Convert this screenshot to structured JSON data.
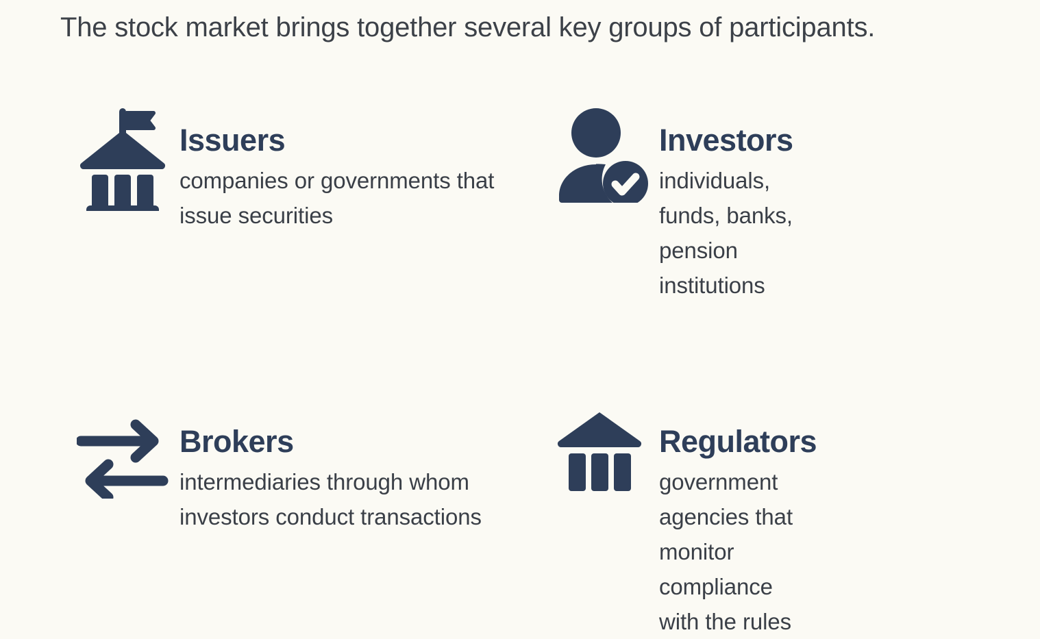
{
  "headline": "The stock market brings together several key groups of participants.",
  "colors": {
    "background": "#fbfaf4",
    "headline_text": "#3c4148",
    "title_text": "#2e3e59",
    "body_text": "#3a3f47",
    "icon_fill": "#2e3e59",
    "check_mark": "#ffffff"
  },
  "participants": [
    {
      "icon": "bank-flag-icon",
      "title": "Issuers",
      "description": "companies or governments that issue securities"
    },
    {
      "icon": "person-check-icon",
      "title": "Investors",
      "description": "individuals, funds, banks, pension institutions"
    },
    {
      "icon": "exchange-arrows-icon",
      "title": "Brokers",
      "description": "intermediaries through whom investors conduct transactions"
    },
    {
      "icon": "bank-icon",
      "title": "Regulators",
      "description": "government agencies that monitor compliance with the rules"
    }
  ]
}
